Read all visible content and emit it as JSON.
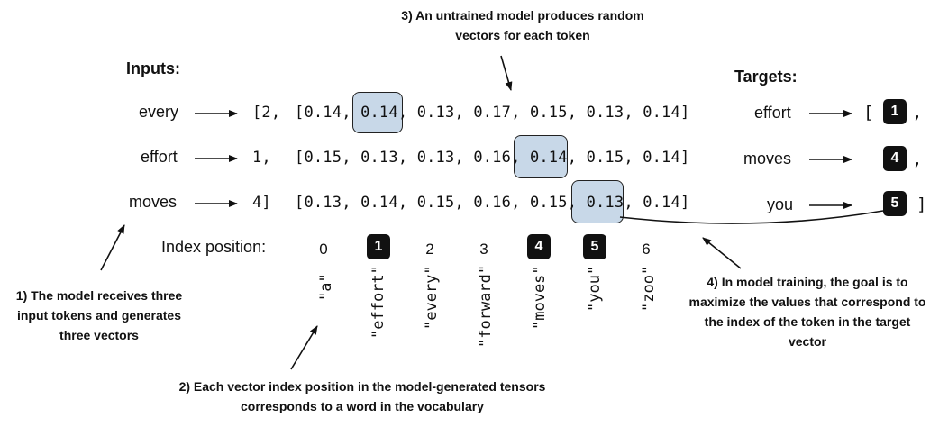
{
  "headers": {
    "inputs": "Inputs:",
    "targets": "Targets:"
  },
  "input_words": [
    "every",
    "effort",
    "moves"
  ],
  "token_ids": [
    "[2,",
    "1,",
    "4]"
  ],
  "vectors": [
    [
      "0.14",
      "0.14",
      "0.13",
      "0.17",
      "0.15",
      "0.13",
      "0.14"
    ],
    [
      "0.15",
      "0.13",
      "0.13",
      "0.16",
      "0.14",
      "0.15",
      "0.14"
    ],
    [
      "0.13",
      "0.14",
      "0.15",
      "0.16",
      "0.15",
      "0.13",
      "0.14"
    ]
  ],
  "highlighted_cells": [
    {
      "row": 0,
      "col": 1
    },
    {
      "row": 1,
      "col": 4
    },
    {
      "row": 2,
      "col": 5
    }
  ],
  "target_words": [
    "effort",
    "moves",
    "you"
  ],
  "target_ids": [
    "1",
    "4",
    "5"
  ],
  "target_brackets": {
    "open": "[",
    "sep": ",",
    "close": "]"
  },
  "index_label": "Index position:",
  "index_positions": [
    "0",
    "1",
    "2",
    "3",
    "4",
    "5",
    "6"
  ],
  "highlighted_indices": [
    1,
    4,
    5
  ],
  "vocabulary": [
    "\"a\"",
    "\"effort\"",
    "\"every\"",
    "\"forward\"",
    "\"moves\"",
    "\"you\"",
    "\"zoo\""
  ],
  "annotations": {
    "note1": "1) The model receives three input tokens and generates three vectors",
    "note2": "2) Each vector index position in the model-generated tensors corresponds to a word in the vocabulary",
    "note3": "3) An untrained model produces random vectors for each token",
    "note4": "4) In model training, the goal is to maximize the values that correspond to the index of the token in the target vector"
  },
  "colors": {
    "highlight": "#c8d8e8",
    "block": "#111111",
    "ink": "#111111"
  }
}
